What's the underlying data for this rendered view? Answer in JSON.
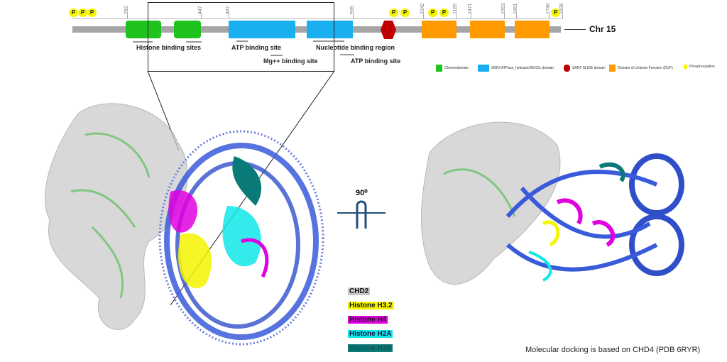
{
  "positions": [
    "282",
    "447",
    "487",
    "905",
    "1042",
    "1165",
    "1471",
    "1553",
    "1661",
    "1749",
    "1828"
  ],
  "phospho_label": "P",
  "sites": {
    "histone": "Histone binding sites",
    "atp1": "ATP binding site",
    "mg": "Mg++ binding site",
    "nucleotide": "Nucleotide binding region",
    "atp2": "ATP binding site"
  },
  "chromosome": "Chr 15",
  "legend": [
    {
      "label": "Chromodomain",
      "color": "#1ec31e"
    },
    {
      "label": "SNF2 ATPase_helicase/DEXDc domain",
      "color": "#1ab0ef"
    },
    {
      "label": "SANT-SLIDE domain",
      "color": "#c00000"
    },
    {
      "label": "Domain of Unknow  Function (DUF)",
      "color": "#ff9a00"
    },
    {
      "label": "Phosphorylation",
      "color": "#f5f500"
    }
  ],
  "rotation": "90⁰",
  "molecules": [
    {
      "label": "CHD2",
      "color": "#c8c8c8",
      "text": "#111"
    },
    {
      "label": "Histone H3.2",
      "color": "#f5f500",
      "text": "#111"
    },
    {
      "label": "Histone H4",
      "color": "#e000e0",
      "text": "#111"
    },
    {
      "label": "Histone H2A",
      "color": "#10e8e8",
      "text": "#114"
    },
    {
      "label": "Histone H2B",
      "color": "#0a7a78",
      "text": "#155"
    }
  ],
  "caption": "Molecular docking is based on CHD4 (PDB 6RYR)"
}
